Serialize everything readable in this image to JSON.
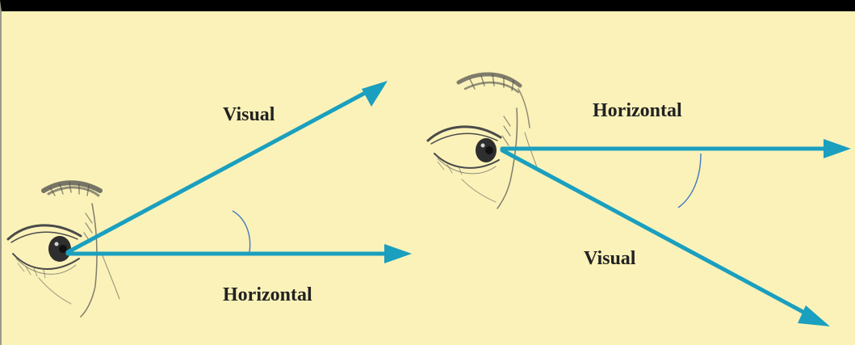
{
  "diagram": {
    "panels": [
      {
        "id": "left",
        "label_visual": "Visual",
        "label_horizontal": "Horizontal"
      },
      {
        "id": "right",
        "label_horizontal": "Horizontal",
        "label_visual": "Visual"
      }
    ],
    "colors": {
      "background": "#fbf2b9",
      "arrow": "#1a9fbf",
      "angle_arc": "#4a7fc0",
      "top_bar": "#000000",
      "sketch": "#4a4a4a"
    }
  }
}
